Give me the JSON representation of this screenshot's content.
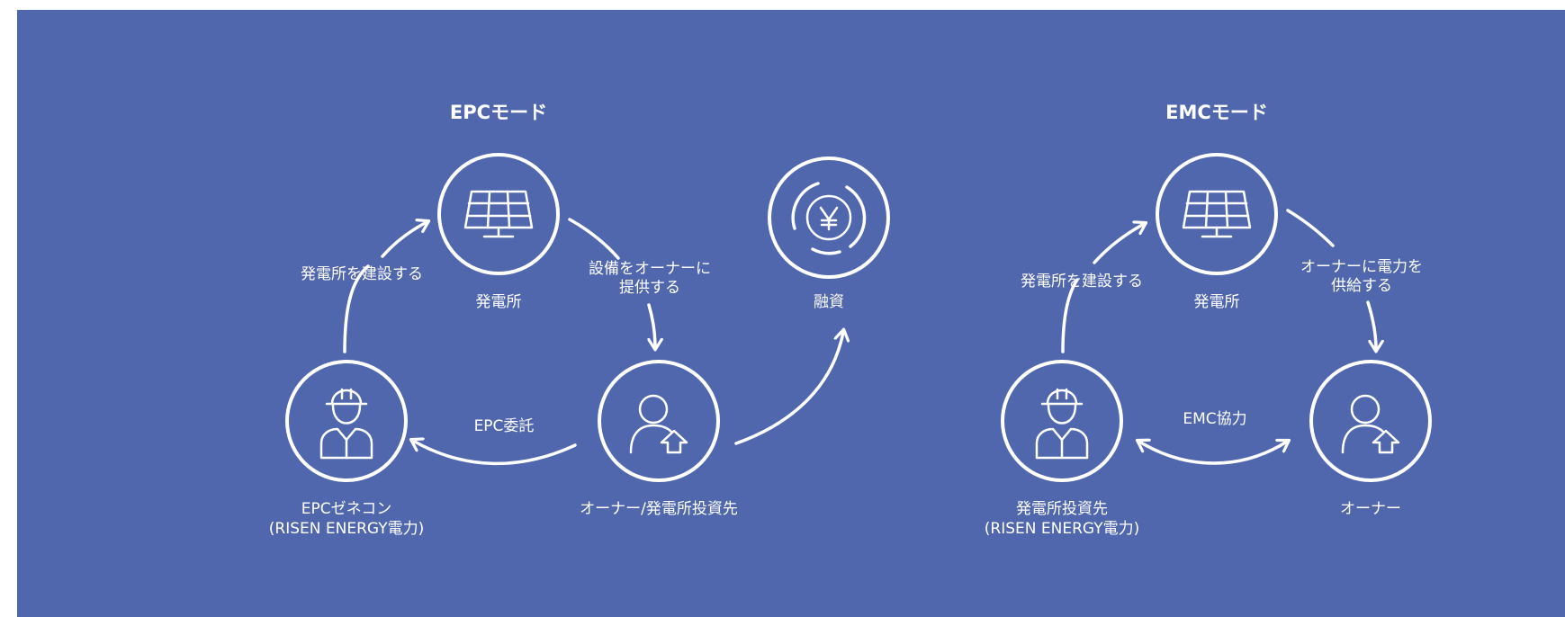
{
  "colors": {
    "background": "#5067ad",
    "foreground": "#ffffff"
  },
  "epc": {
    "title": "EPCモード",
    "nodes": {
      "plant": {
        "label": "発電所",
        "icon": "solar-panel-icon"
      },
      "finance": {
        "label": "融資",
        "icon": "yen-coin-icon"
      },
      "contractor": {
        "label_line1": "EPCゼネコン",
        "label_line2": "(RISEN ENERGY電力)",
        "icon": "worker-hardhat-icon"
      },
      "owner": {
        "label": "オーナー/発電所投資先",
        "icon": "investor-upload-icon"
      }
    },
    "edges": {
      "build": "発電所を建設する",
      "provide_line1": "設備をオーナーに",
      "provide_line2": "提供する",
      "commission": "EPC委託"
    }
  },
  "emc": {
    "title": "EMCモード",
    "nodes": {
      "plant": {
        "label": "発電所",
        "icon": "solar-panel-icon"
      },
      "investor": {
        "label_line1": "発電所投資先",
        "label_line2": "(RISEN ENERGY電力)",
        "icon": "worker-hardhat-icon"
      },
      "owner": {
        "label": "オーナー",
        "icon": "investor-upload-icon"
      }
    },
    "edges": {
      "build": "発電所を建設する",
      "supply_line1": "オーナーに電力を",
      "supply_line2": "供給する",
      "cooperation": "EMC協力"
    }
  }
}
